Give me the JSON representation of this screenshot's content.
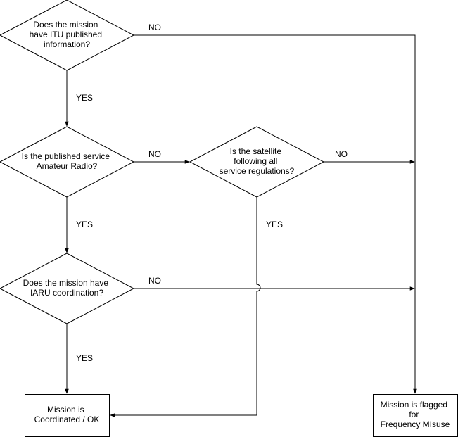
{
  "nodes": {
    "d1": {
      "lines": [
        "Does the mission",
        "have ITU published",
        "information?"
      ]
    },
    "d2": {
      "lines": [
        "Is the published service",
        "Amateur Radio?"
      ]
    },
    "d3": {
      "lines": [
        "Is the satellite",
        "following all",
        "service regulations?"
      ]
    },
    "d4": {
      "lines": [
        "Does the mission have",
        "IARU coordination?"
      ]
    },
    "ok": {
      "lines": [
        "Mission is",
        "Coordinated / OK"
      ]
    },
    "flag": {
      "lines": [
        "Mission is flagged",
        "for",
        "Frequency MIsuse"
      ]
    }
  },
  "edge_labels": {
    "d1_no": "NO",
    "d1_yes": "YES",
    "d2_no": "NO",
    "d2_yes": "YES",
    "d3_no": "NO",
    "d3_yes": "YES",
    "d4_no": "NO",
    "d4_yes": "YES"
  },
  "colors": {
    "stroke": "#000000",
    "fill": "#ffffff"
  }
}
